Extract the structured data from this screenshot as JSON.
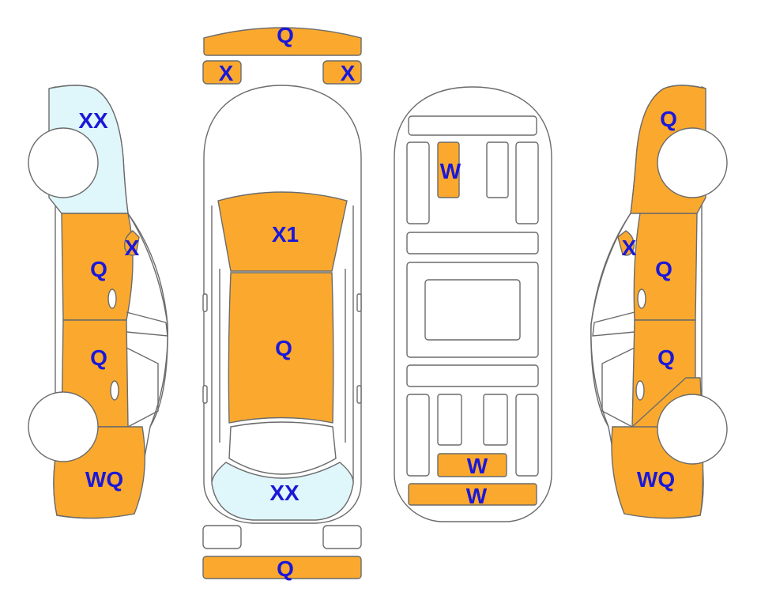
{
  "colors": {
    "damaged": "#FBA92E",
    "light": "#DFF6FB",
    "outline": "#6B6B6B",
    "label": "#1A18D8",
    "plain": "#FFFFFF"
  },
  "labels": {
    "roof_bar": "Q",
    "mirror_left": "X",
    "mirror_right": "X",
    "hood": "X1",
    "roof": "Q",
    "rear_glass": "XX",
    "rear_bumper": "Q",
    "left_front": "XX",
    "left_window": "X",
    "left_door_front": "Q",
    "left_door_rear": "Q",
    "left_rear_quarter": "WQ",
    "under_seat": "W",
    "under_rear1": "W",
    "under_rear2": "W",
    "right_front": "Q",
    "right_window": "X",
    "right_door_front": "Q",
    "right_door_rear": "Q",
    "right_rear_quarter": "WQ"
  }
}
